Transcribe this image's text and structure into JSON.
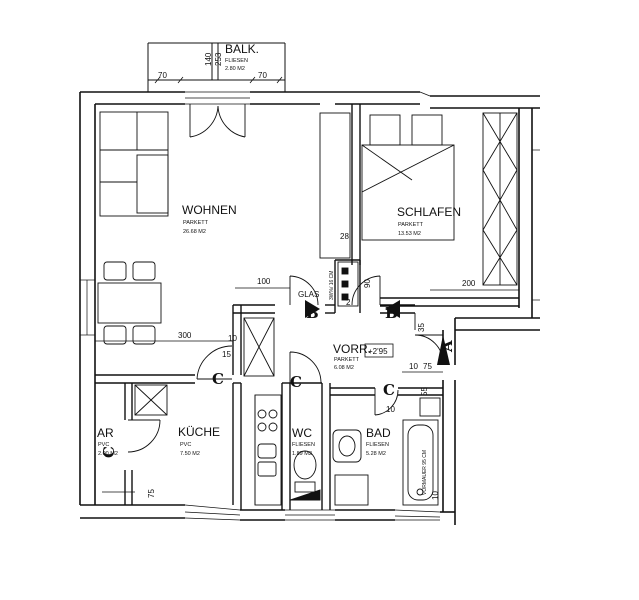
{
  "rooms": {
    "balkon": {
      "name": "BALK.",
      "finish": "FLIESEN",
      "area": "2.80 M2"
    },
    "wohnen": {
      "name": "WOHNEN",
      "finish": "PARKETT",
      "area": "26.68 M2"
    },
    "schlafen": {
      "name": "SCHLAFEN",
      "finish": "PARKETT",
      "area": "13.53 M2"
    },
    "vorraum": {
      "name": "VORR.",
      "finish": "PARKETT",
      "area": "6.08 M2"
    },
    "kueche": {
      "name": "KÜCHE",
      "finish": "PVC",
      "area": "7.50 M2"
    },
    "ar": {
      "name": "AR",
      "finish": "PVC",
      "area": "2.00 M2"
    },
    "wc": {
      "name": "WC",
      "finish": "FLIESEN",
      "area": "1.89 M2"
    },
    "bad": {
      "name": "BAD",
      "finish": "FLIESEN",
      "area": "5.28 M2"
    }
  },
  "labels": {
    "glas": "GLAS",
    "level": "+2'95",
    "vormauer": "VORMAUER 95 CM",
    "shaft": "3W%/ 16 CM"
  },
  "dimensions": {
    "d140": "140",
    "d253": "253",
    "d70a": "70",
    "d70b": "70",
    "d28": "28",
    "d90": "90",
    "d100": "100",
    "d200": "200",
    "d300": "300",
    "d10a": "10",
    "d15": "15",
    "d35": "35",
    "d75a": "75",
    "d10b": "10",
    "d55": "55",
    "d10c": "10",
    "d75b": "75",
    "d10d": "10",
    "d2": "2"
  },
  "sections": {
    "a": "A",
    "b1": "B",
    "b2": "B",
    "c1": "C",
    "c2": "C",
    "c3": "C",
    "c4": "C"
  }
}
